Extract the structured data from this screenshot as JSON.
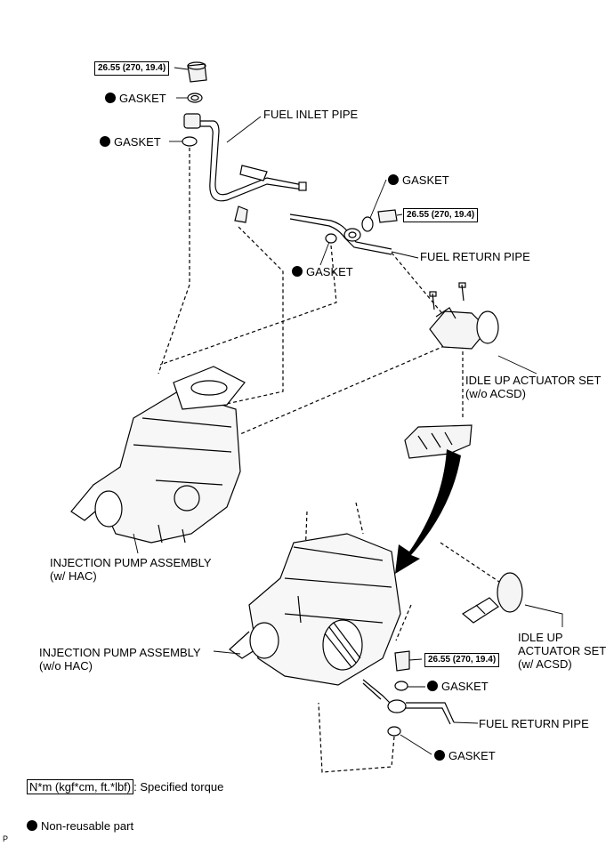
{
  "torque_spec": "26.55 (270, 19.4)",
  "labels": {
    "gasket": "GASKET",
    "fuel_inlet_pipe": "FUEL INLET PIPE",
    "fuel_return_pipe": "FUEL RETURN PIPE",
    "idle_up_actuator_wo_acsd_1": "IDLE UP ACTUATOR SET",
    "idle_up_actuator_wo_acsd_2": "(w/o ACSD)",
    "injection_pump_w_hac_1": "INJECTION PUMP ASSEMBLY",
    "injection_pump_w_hac_2": "(w/ HAC)",
    "injection_pump_wo_hac_1": "INJECTION PUMP ASSEMBLY",
    "injection_pump_wo_hac_2": "(w/o HAC)",
    "idle_up_w_acsd_1": "IDLE UP",
    "idle_up_w_acsd_2": "ACTUATOR SET",
    "idle_up_w_acsd_3": "(w/ ACSD)"
  },
  "legend": {
    "torque_unit": "N*m (kgf*cm, ft.*lbf)",
    "torque_desc": ": Specified torque",
    "non_reusable": "Non-reusable part"
  },
  "corner_mark": "P",
  "colors": {
    "line": "#000000",
    "background": "#ffffff",
    "shade": "#dddddd"
  }
}
